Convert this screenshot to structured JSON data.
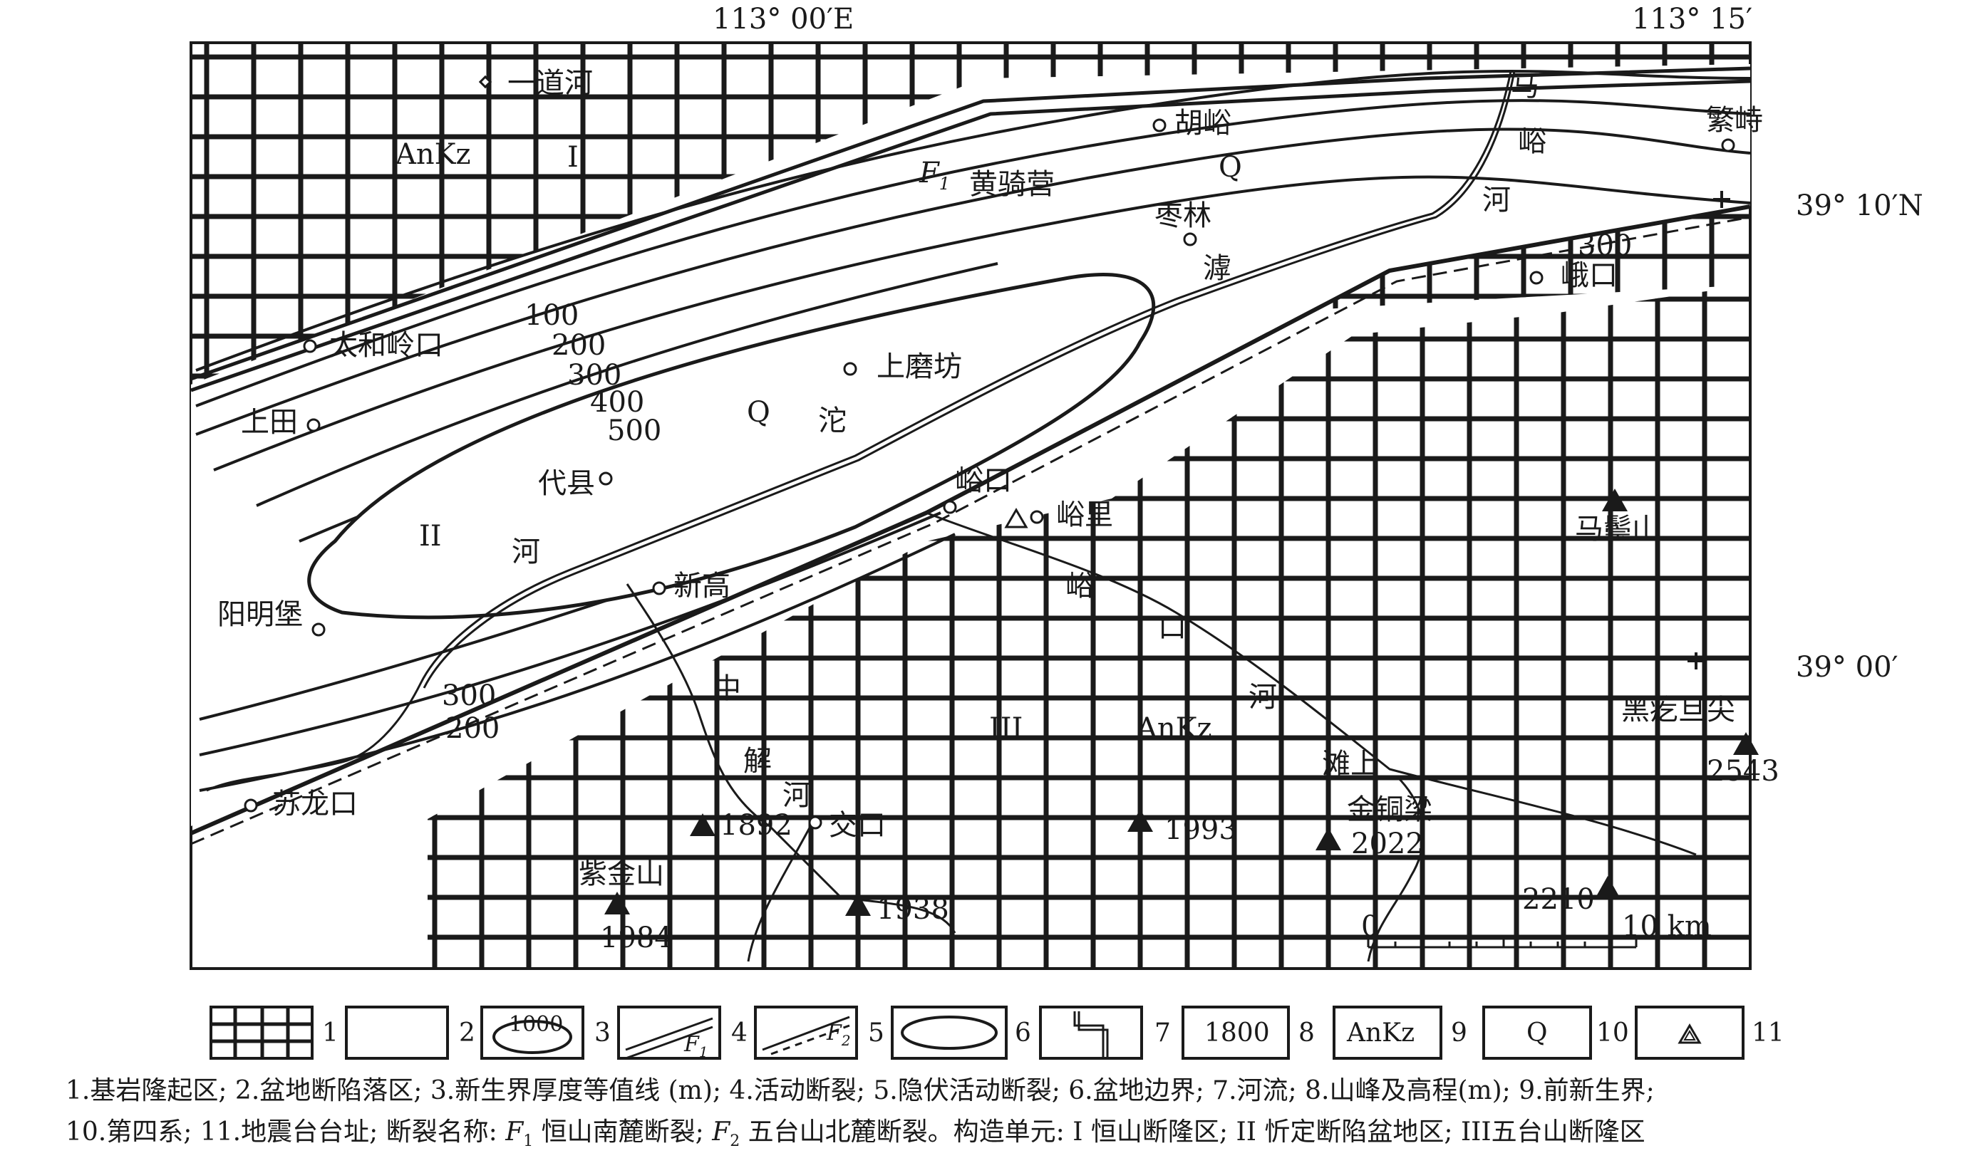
{
  "coordinates": {
    "lon_113_00": "113° 00′E",
    "lon_113_15": "113° 15′",
    "lat_39_10": "39° 10′N",
    "lat_39_00": "39° 00′"
  },
  "places": {
    "daohe": "一道河",
    "huyu": "胡峪",
    "fanshi": "繁峙",
    "huangqiying": "黄骑营",
    "zaolin": "枣林",
    "ekou": "峨口",
    "taiheling": "太和岭口",
    "shangmofang": "上磨坊",
    "shangtian": "上田",
    "daixian": "代县",
    "yukou": "峪口",
    "yuli": "峪里",
    "mazongshan": "马鬃山",
    "xingao": "新高",
    "yangmingbao": "阳明堡",
    "heigeda": "黑疙旦尖",
    "sulongkou": "苏龙口",
    "tanshang": "滩上",
    "jintongliang": "金铜梁",
    "jiaokou": "交口",
    "zijinshan": "紫金山"
  },
  "rivers": {
    "mayu_1": "马",
    "mayu_2": "峪",
    "mayu_3": "河",
    "hutuo_1": "滹",
    "hutuo_2": "沱",
    "hutuo_3": "河",
    "yukou_1": "峪",
    "yukou_2": "口",
    "yukou_3": "河",
    "zhongjie_1": "中",
    "zhongjie_2": "解",
    "zhongjie_3": "河"
  },
  "units": {
    "u1": "AnKz",
    "u1_roman": "I",
    "u2": "II",
    "u3": "III",
    "u3_code": "AnKz",
    "q1": "Q",
    "q2": "Q"
  },
  "contours": {
    "c100": "100",
    "c200": "200",
    "c300": "300",
    "c400": "400",
    "c500": "500",
    "c300_ne": "300",
    "c300_sw": "300",
    "c200_sw": "200"
  },
  "fault": {
    "f1_letter": "F",
    "f1_sub": "1"
  },
  "peaks": {
    "p2543": "2543",
    "p1892": "1892",
    "p1993": "1993",
    "p2022": "2022",
    "p2210": "2210",
    "p1938": "1938",
    "p1984": "1984"
  },
  "scale": {
    "zero": "0",
    "ten": "10 km"
  },
  "legend": {
    "n1": "1",
    "n2": "2",
    "n3": "3",
    "n4": "4",
    "n5": "5",
    "n6": "6",
    "n7": "7",
    "n8": "8",
    "n9": "9",
    "n10": "10",
    "n11": "11",
    "box3_text": "1000",
    "box4_sub": "1",
    "box5_sub": "2",
    "box8_text": "1800",
    "box9_text": "AnKz",
    "box10_text": "Q",
    "box_letter_F": "F"
  },
  "caption": {
    "line1": "1.基岩隆起区; 2.盆地断陷落区; 3.新生界厚度等值线 (m); 4.活动断裂; 5.隐伏活动断裂; 6.盆地边界; 7.河流; 8.山峰及高程(m); 9.前新生界;",
    "line2a": "10.第四系; 11.地震台台址; 断裂名称: ",
    "line2_F": "F",
    "line2_f1sub": "1",
    "line2b": " 恒山南麓断裂; ",
    "line2_f2sub": "2",
    "line2c": " 五台山北麓断裂。构造单元: I 恒山断隆区; II 忻定断陷盆地区; III五台山断隆区"
  },
  "colors": {
    "ink": "#1a1a1a",
    "paper": "#ffffff"
  }
}
